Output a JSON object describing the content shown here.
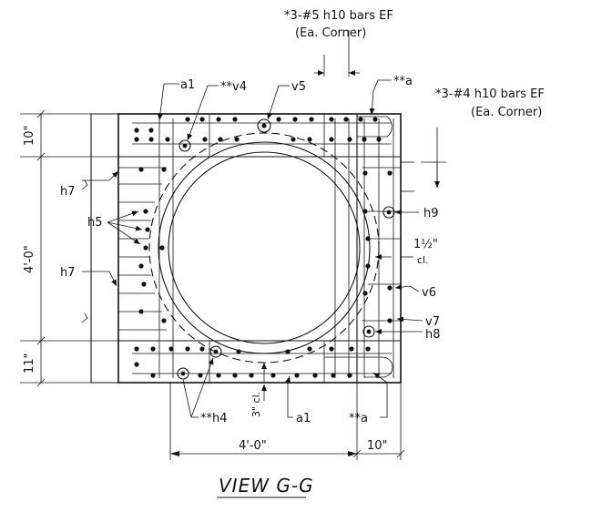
{
  "callouts": {
    "top_bars": "*3-#5 h10 bars EF",
    "top_bars_sub": "(Ea. Corner)",
    "right_bars": "*3-#4 h10 bars EF",
    "right_bars_sub": "(Ea. Corner)",
    "a1_top": "a1",
    "v4": "**v4",
    "v5": "v5",
    "a_top": "**a",
    "h9": "h9",
    "clear_side": "1½\"",
    "clear_side_cl": "cl.",
    "v6": "v6",
    "v7": "v7",
    "h8": "h8",
    "h7_upper": "h7",
    "h5": "h5",
    "h7_lower": "h7",
    "h4": "**h4",
    "clear_bottom": "3\" cl.",
    "a1_bottom": "a1",
    "a_bottom": "**a"
  },
  "dimensions": {
    "top_slab": "10\"",
    "height": "4'-0\"",
    "bottom_slab": "11\"",
    "width": "4'-0\"",
    "right_wall": "10\""
  },
  "view_title": "VIEW G-G"
}
